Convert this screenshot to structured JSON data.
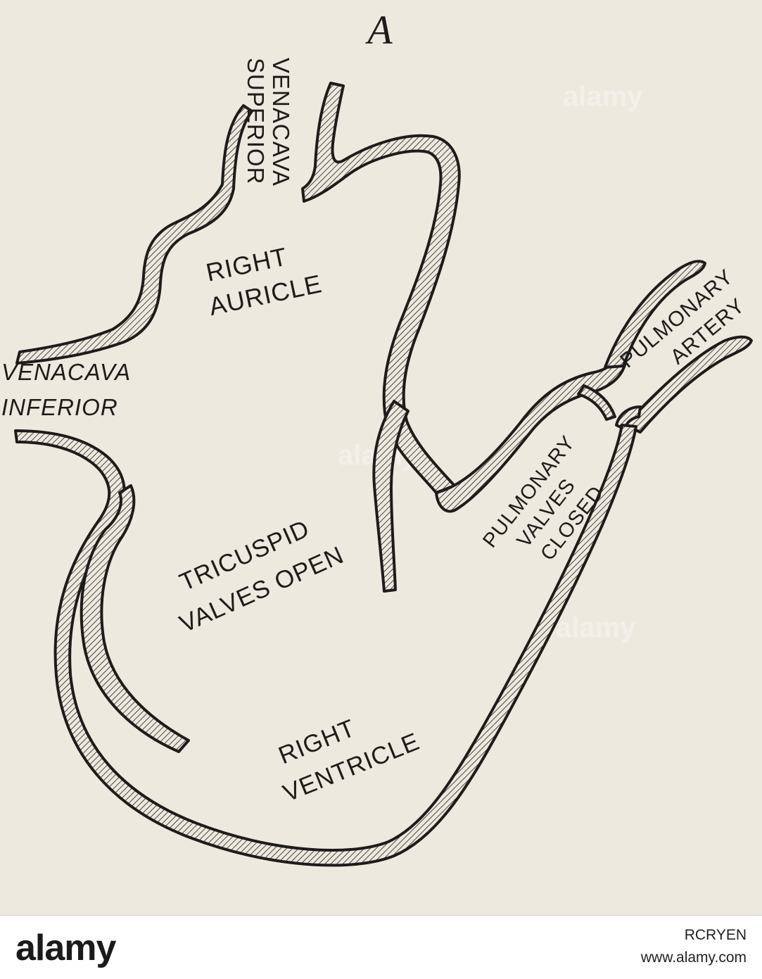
{
  "figure": {
    "letter": "A",
    "labels": {
      "venacava_superior": [
        "VENACAVA",
        "SUPERIOR"
      ],
      "right_auricle": [
        "RIGHT",
        "AURICLE"
      ],
      "venacava_inferior": [
        "VENACAVA",
        "INFERIOR"
      ],
      "pulmonary_artery": [
        "PULMONARY",
        "ARTERY"
      ],
      "pulmonary_valves_closed": [
        "PULMONARY",
        "VALVES",
        "CLOSED"
      ],
      "tricuspid_valves_open": [
        "TRICUSPID",
        "VALVES OPEN"
      ],
      "right_ventricle": [
        "RIGHT",
        "VENTRICLE"
      ]
    }
  },
  "watermark": {
    "text": "alamy"
  },
  "footer": {
    "brand": "alamy",
    "image_id": "RCRYEN",
    "site": "www.alamy.com"
  },
  "colors": {
    "paper": "#ede9df",
    "ink": "#1e1c1a",
    "footer_bg": "#ffffff"
  }
}
